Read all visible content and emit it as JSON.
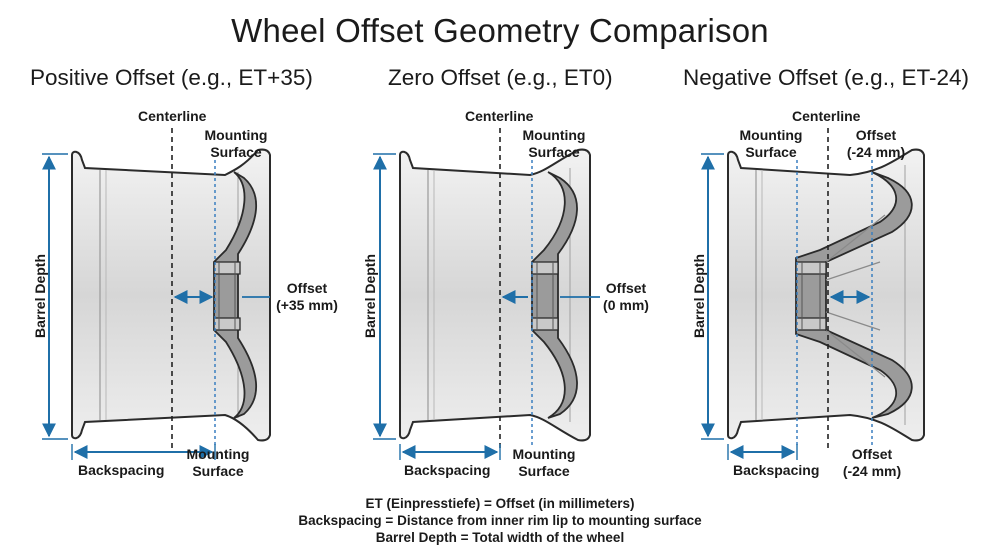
{
  "title": "Wheel Offset Geometry Comparison",
  "panels": [
    {
      "title": "Positive Offset (e.g., ET+35)",
      "centerline": "Centerline",
      "mounting_top": [
        "Mounting",
        "Surface"
      ],
      "mounting_bottom": [
        "Mounting",
        "Surface"
      ],
      "offset": [
        "Offset",
        "(+35 mm)"
      ],
      "barrel_depth": "Barrel Depth",
      "backspacing": "Backspacing"
    },
    {
      "title": "Zero Offset (e.g., ET0)",
      "centerline": "Centerline",
      "mounting_top": [
        "Mounting",
        "Surface"
      ],
      "mounting_bottom": [
        "Mounting",
        "Surface"
      ],
      "offset": [
        "Offset",
        "(0 mm)"
      ],
      "barrel_depth": "Barrel Depth",
      "backspacing": "Backspacing"
    },
    {
      "title": "Negative Offset (e.g., ET-24)",
      "centerline": "Centerline",
      "mounting_top": [
        "Mounting",
        "Surface"
      ],
      "offset_top": [
        "Offset",
        "(-24 mm)"
      ],
      "offset_bottom": [
        "Offset",
        "(-24 mm)"
      ],
      "barrel_depth": "Barrel Depth",
      "backspacing": "Backspacing"
    }
  ],
  "notes": [
    "ET (Einpresstiefe) = Offset (in millimeters)",
    "Backspacing = Distance from inner rim lip to mounting surface",
    "Barrel Depth = Total width of the wheel"
  ],
  "colors": {
    "arrow": "#1f6fa8",
    "outline": "#2b2b2b",
    "barrel_fill": "#dcdcdc",
    "disc_fill": "#9b9b9b",
    "centerline": "#222222",
    "mounting_line": "#3a7fc0"
  }
}
